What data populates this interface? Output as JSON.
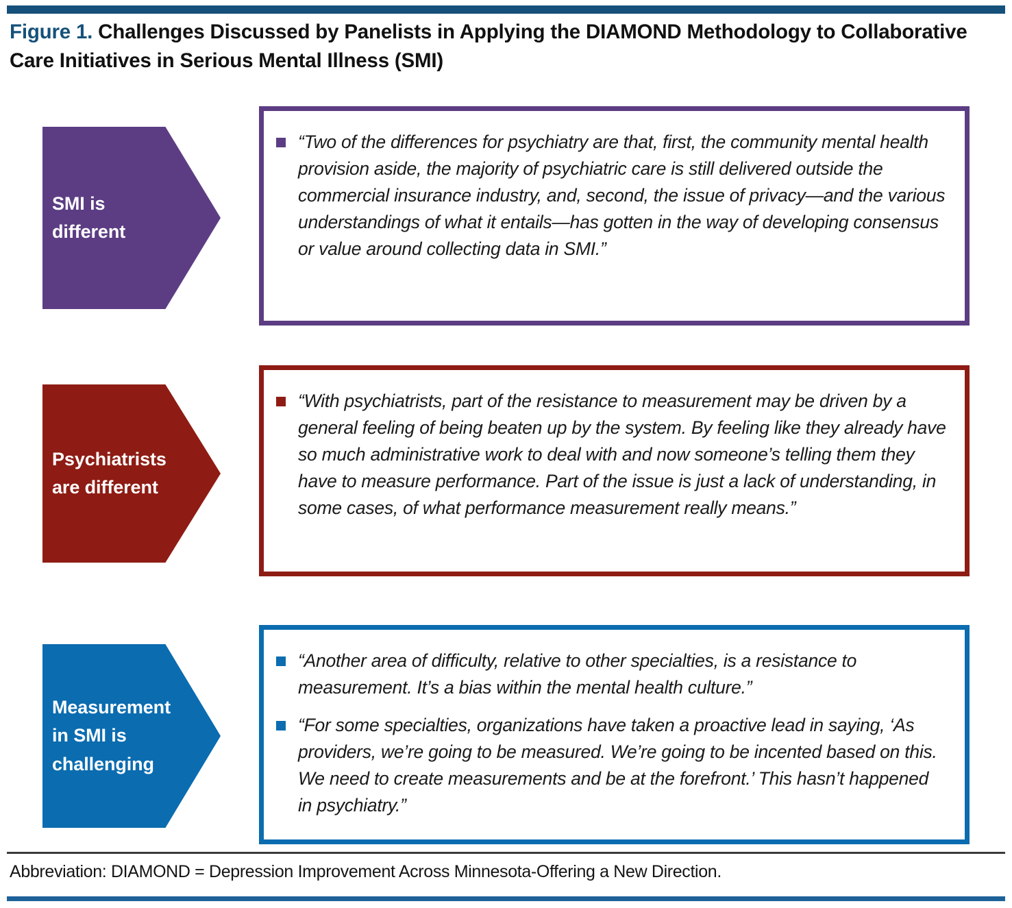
{
  "figure": {
    "label": "Figure 1.",
    "title": "Challenges Discussed by Panelists in Applying the DIAMOND Methodology to Collaborative Care Initiatives in Serious Mental Illness (SMI)",
    "header_rule_color": "#15517A",
    "footer_rule_color": "#1D6199"
  },
  "rows": [
    {
      "arrow_label": "SMI is\ndifferent",
      "color": "#5C3D83",
      "quotes": [
        "“Two of the differences for psychiatry are that, first, the community mental health provision aside, the majority of psychiatric care is still delivered outside the commercial insurance industry, and, second, the issue of privacy—and the various understandings of what it entails—has gotten in the way of developing consensus or value around collecting data in SMI.”"
      ]
    },
    {
      "arrow_label": "Psychiatrists\nare different",
      "color": "#8E1C14",
      "quotes": [
        "“With psychiatrists, part of the resistance to measurement may be driven by a general feeling of being beaten up by the system. By feeling like they already have so much administrative work to deal with and now someone’s telling them they have to measure performance. Part of the issue is just a lack of understanding, in some cases, of what performance measurement really means.”"
      ]
    },
    {
      "arrow_label": "Measurement\nin SMI is\nchallenging",
      "color": "#0B6CB0",
      "quotes": [
        "“Another area of difficulty, relative to other specialties, is a resistance to measurement. It’s a bias within the mental health culture.”",
        "“For some specialties, organizations have taken a proactive lead in saying, ‘As providers, we’re going to be measured. We’re going to be incented based on this. We need to create measurements and be at the forefront.’ This hasn’t happened in psychiatry.”"
      ]
    }
  ],
  "footnote": "Abbreviation: DIAMOND = Depression Improvement Across Minnesota-Offering a New Direction."
}
